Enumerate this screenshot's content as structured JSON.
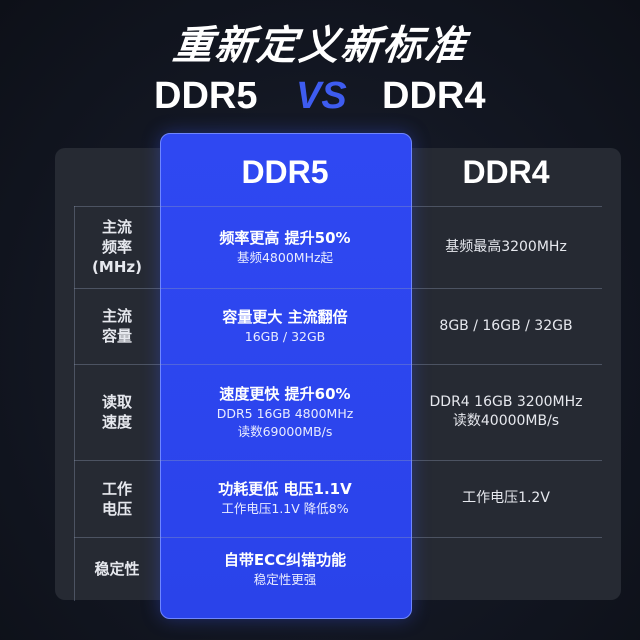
{
  "headline": "重新定义新标准",
  "versus": {
    "left": "DDR5",
    "mid": "VS",
    "right": "DDR4"
  },
  "columns": {
    "ddr5": "DDR5",
    "ddr4": "DDR4"
  },
  "rows": [
    {
      "label": [
        "主流",
        "频率",
        "(MHz)"
      ],
      "ddr5": {
        "main": "频率更高 提升50%",
        "sub": [
          "基频4800MHz起"
        ]
      },
      "ddr4": [
        "基频最高3200MHz"
      ]
    },
    {
      "label": [
        "主流",
        "容量"
      ],
      "ddr5": {
        "main": "容量更大 主流翻倍",
        "sub": [
          "16GB / 32GB"
        ]
      },
      "ddr4": [
        "8GB / 16GB / 32GB"
      ]
    },
    {
      "label": [
        "读取",
        "速度"
      ],
      "ddr5": {
        "main": "速度更快 提升60%",
        "sub": [
          "DDR5 16GB 4800MHz",
          "读数69000MB/s"
        ]
      },
      "ddr4": [
        "DDR4 16GB 3200MHz",
        "读数40000MB/s"
      ]
    },
    {
      "label": [
        "工作",
        "电压"
      ],
      "ddr5": {
        "main": "功耗更低 电压1.1V",
        "sub": [
          "工作电压1.1V 降低8%"
        ]
      },
      "ddr4": [
        "工作电压1.2V"
      ]
    },
    {
      "label": [
        "稳定性"
      ],
      "ddr5": {
        "main": "自带ECC纠错功能",
        "sub": [
          "稳定性更强"
        ]
      },
      "ddr4": []
    }
  ],
  "colors": {
    "accent": "#2f48f2",
    "vs": "#3e5cf0",
    "panel": "#262a33"
  }
}
